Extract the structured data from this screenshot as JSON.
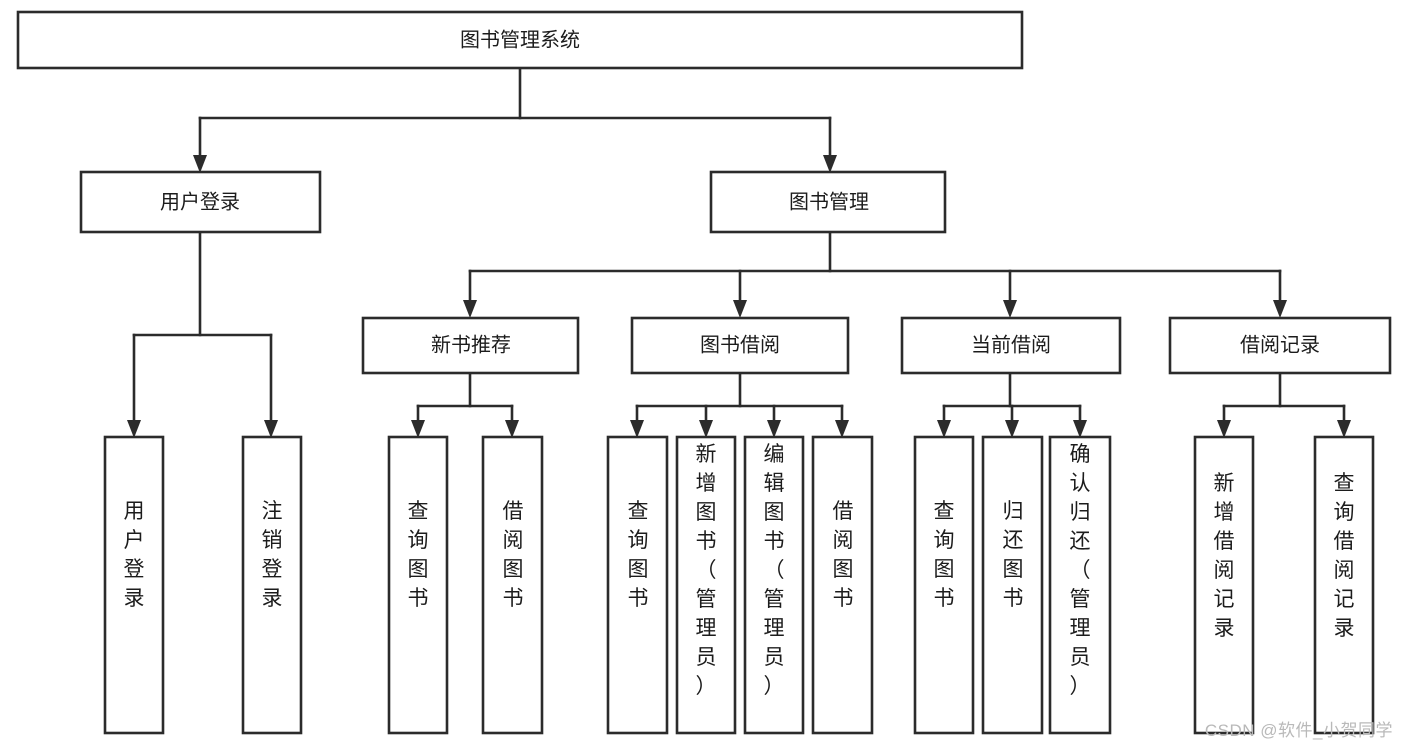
{
  "diagram": {
    "type": "tree-hierarchy",
    "orientation": "top-down",
    "title_node": "图书管理系统",
    "watermark": "CSDN @软件_小贺同学",
    "colors": {
      "background": "#ffffff",
      "stroke": "#2b2b2b",
      "text": "#1c1c1c",
      "watermark": "#b9b9b9"
    },
    "levels": {
      "level0": [
        "图书管理系统"
      ],
      "level1": [
        "用户登录",
        "图书管理"
      ],
      "level2": [
        "新书推荐",
        "图书借阅",
        "当前借阅",
        "借阅记录"
      ],
      "level3": [
        "用户登录",
        "注销登录",
        "查询图书",
        "借阅图书",
        "查询图书",
        "新增图书（管理员）",
        "编辑图书（管理员）",
        "借阅图书",
        "查询图书",
        "归还图书",
        "确认归还（管理员）",
        "新增借阅记录",
        "查询借阅记录"
      ]
    },
    "nodes": {
      "root": {
        "label": "图书管理系统"
      },
      "user_login": {
        "label": "用户登录"
      },
      "book_manage": {
        "label": "图书管理"
      },
      "new_book_rec": {
        "label": "新书推荐"
      },
      "book_borrow": {
        "label": "图书借阅"
      },
      "current_borrow": {
        "label": "当前借阅"
      },
      "borrow_record": {
        "label": "借阅记录"
      },
      "leaf_user_login": {
        "label": "用户登录"
      },
      "leaf_logout": {
        "label": "注销登录"
      },
      "leaf_query_book_1": {
        "label": "查询图书"
      },
      "leaf_borrow_book_1": {
        "label": "借阅图书"
      },
      "leaf_query_book_2": {
        "label": "查询图书"
      },
      "leaf_add_book_admin": {
        "label": "新增图书（管理员）"
      },
      "leaf_edit_book_admin": {
        "label": "编辑图书（管理员）"
      },
      "leaf_borrow_book_2": {
        "label": "借阅图书"
      },
      "leaf_query_book_3": {
        "label": "查询图书"
      },
      "leaf_return_book": {
        "label": "归还图书"
      },
      "leaf_confirm_return_admin": {
        "label": "确认归还（管理员）"
      },
      "leaf_add_borrow_record": {
        "label": "新增借阅记录"
      },
      "leaf_query_borrow_record": {
        "label": "查询借阅记录"
      }
    },
    "edges": [
      {
        "from": "root",
        "to": "user_login"
      },
      {
        "from": "root",
        "to": "book_manage"
      },
      {
        "from": "user_login",
        "to": "leaf_user_login"
      },
      {
        "from": "user_login",
        "to": "leaf_logout"
      },
      {
        "from": "book_manage",
        "to": "new_book_rec"
      },
      {
        "from": "book_manage",
        "to": "book_borrow"
      },
      {
        "from": "book_manage",
        "to": "current_borrow"
      },
      {
        "from": "book_manage",
        "to": "borrow_record"
      },
      {
        "from": "new_book_rec",
        "to": "leaf_query_book_1"
      },
      {
        "from": "new_book_rec",
        "to": "leaf_borrow_book_1"
      },
      {
        "from": "book_borrow",
        "to": "leaf_query_book_2"
      },
      {
        "from": "book_borrow",
        "to": "leaf_add_book_admin"
      },
      {
        "from": "book_borrow",
        "to": "leaf_edit_book_admin"
      },
      {
        "from": "book_borrow",
        "to": "leaf_borrow_book_2"
      },
      {
        "from": "current_borrow",
        "to": "leaf_query_book_3"
      },
      {
        "from": "current_borrow",
        "to": "leaf_return_book"
      },
      {
        "from": "current_borrow",
        "to": "leaf_confirm_return_admin"
      },
      {
        "from": "borrow_record",
        "to": "leaf_add_borrow_record"
      },
      {
        "from": "borrow_record",
        "to": "leaf_query_borrow_record"
      }
    ]
  }
}
